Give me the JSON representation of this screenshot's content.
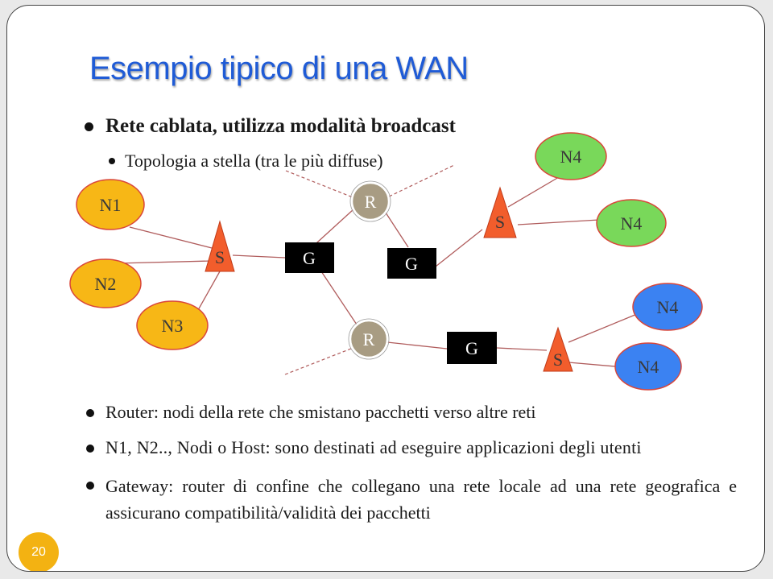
{
  "title": "Esempio tipico di una WAN",
  "bullets": {
    "b1": "Rete cablata, utilizza modalità broadcast",
    "b2": "Topologia a stella (tra le più diffuse)",
    "b3": "Router: nodi della rete che smistano pacchetti verso altre reti",
    "b4": "N1, N2.., Nodi o Host: sono destinati ad eseguire applicazioni degli utenti",
    "b5": "Gateway: router di confine che collegano una rete locale ad una rete geografica e assicurano compatibilità/validità dei pacchetti"
  },
  "diagram": {
    "nodes": {
      "n1": "N1",
      "n2": "N2",
      "n3": "N3",
      "n4a": "N4",
      "n4b": "N4",
      "n4c": "N4",
      "n4d": "N4"
    },
    "switches": {
      "s1": "S",
      "s2": "S",
      "s3": "S"
    },
    "routers": {
      "r1": "R",
      "r2": "R"
    },
    "gateways": {
      "g1": "G",
      "g2": "G",
      "g3": "G"
    }
  },
  "page_number": "20",
  "colors": {
    "title": "#1f5bd6",
    "host_orange": "#f7b716",
    "host_green": "#79d85a",
    "host_blue": "#3b82f2",
    "switch_red": "#f25d2c",
    "router": "#a89c83",
    "gateway": "#000000",
    "link": "#b05c5c",
    "page_badge": "#f3b212"
  }
}
